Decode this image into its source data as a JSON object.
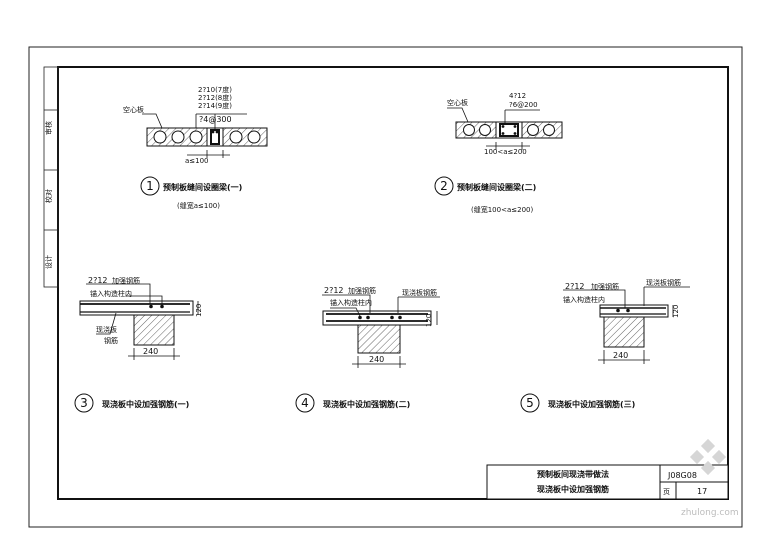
{
  "title_block": {
    "drawing_no": "J08G08",
    "line1": "预制板间现浇带做法",
    "line2": "现浇板中设加强钢筋",
    "page_label": "页",
    "page_value": "17"
  },
  "side_strip": {
    "item1": "审核",
    "item2": "校对",
    "item3": "设计"
  },
  "details": [
    {
      "number": "1",
      "caption": "预制板缝间设圈梁(一)",
      "note": "(缝宽a≤100)",
      "rebar_top": [
        "2?10(7度)",
        "2?12(8度)",
        "2?14(9度)"
      ],
      "stirrup": "?4@300",
      "slab_label": "空心板",
      "gap": "a≤100"
    },
    {
      "number": "2",
      "caption": "预制板缝间设圈梁(二)",
      "note": "(缝宽100<a≤200)",
      "rebar_top": [
        "4?12"
      ],
      "stirrup": "?6@200",
      "slab_label": "空心板",
      "gap": "100<a≤200"
    },
    {
      "number": "3",
      "caption": "现浇板中设加强钢筋(一)",
      "rebar": "2?12",
      "rebar_note": "加强钢筋",
      "anchor": "锚入构造柱内",
      "slab_label": "现浇板",
      "slab_rebar": "钢筋",
      "thk": "120",
      "width": "240"
    },
    {
      "number": "4",
      "caption": "现浇板中设加强钢筋(二)",
      "rebar": "2?12",
      "rebar_note": "加强钢筋",
      "slab_rebar": "现浇板钢筋",
      "anchor": "锚入构造柱内",
      "thk": "120",
      "width": "240"
    },
    {
      "number": "5",
      "caption": "现浇板中设加强钢筋(三)",
      "rebar": "2?12",
      "rebar_note": "加强钢筋",
      "slab_rebar": "现浇板钢筋",
      "anchor": "锚入构造柱内",
      "thk": "120",
      "width": "240"
    }
  ],
  "watermark": "zhulong.com"
}
